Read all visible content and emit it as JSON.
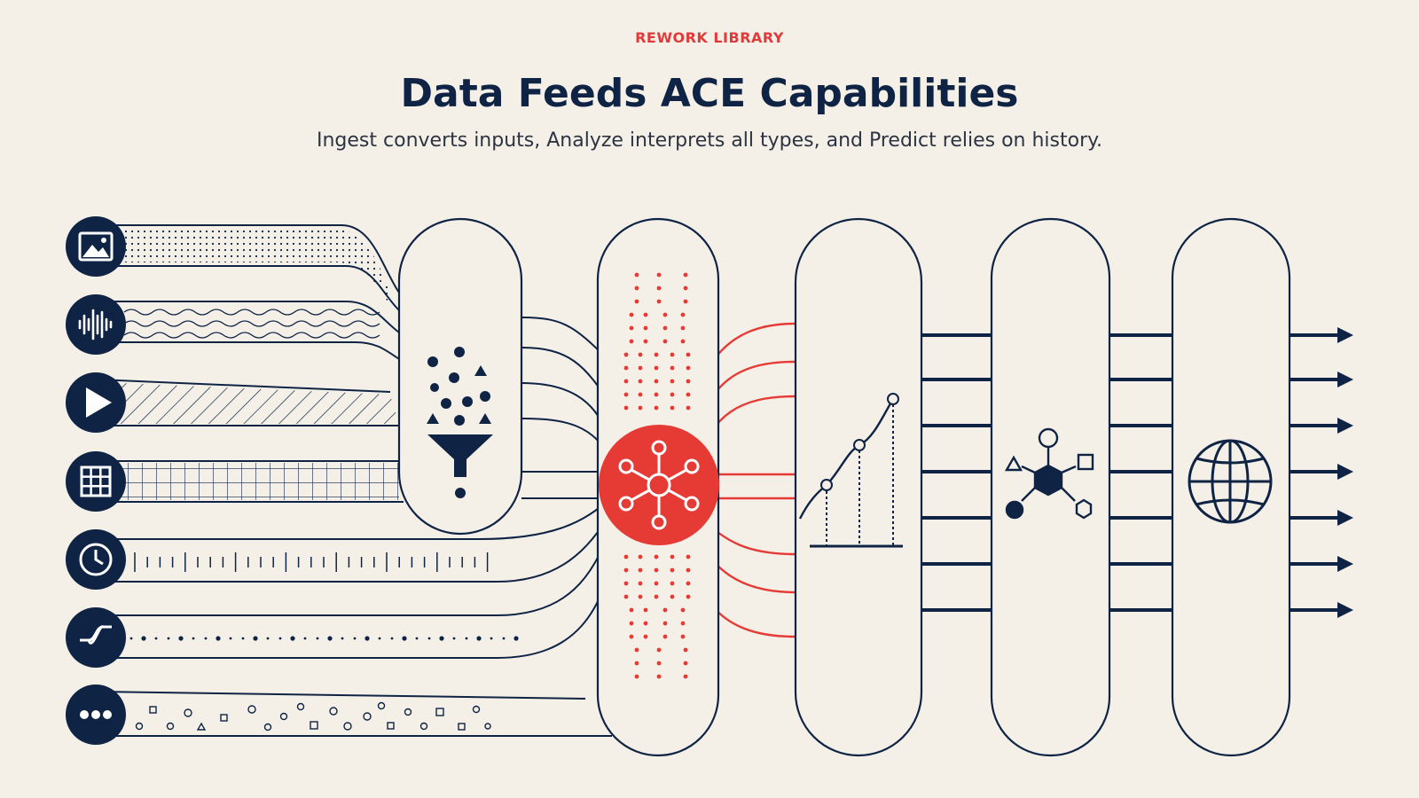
{
  "header": {
    "eyebrow": "REWORK LIBRARY",
    "title": "Data Feeds ACE Capabilities",
    "subtitle": "Ingest converts inputs, Analyze interprets all types, and Predict relies on history."
  },
  "colors": {
    "background": "#f4f0e8",
    "navy": "#0f2444",
    "accent_red": "#e63b35"
  },
  "inputs": [
    {
      "name": "image",
      "icon": "image-icon"
    },
    {
      "name": "audio",
      "icon": "waveform-icon"
    },
    {
      "name": "video",
      "icon": "play-icon"
    },
    {
      "name": "table",
      "icon": "grid-icon"
    },
    {
      "name": "time-series",
      "icon": "clock-icon"
    },
    {
      "name": "signal",
      "icon": "curve-icon"
    },
    {
      "name": "other",
      "icon": "ellipsis-icon"
    }
  ],
  "stages": [
    {
      "name": "ingest",
      "icon": "funnel-icon"
    },
    {
      "name": "analyze",
      "icon": "network-hub-icon"
    },
    {
      "name": "predict",
      "icon": "line-chart-icon"
    },
    {
      "name": "model",
      "icon": "molecule-icon"
    },
    {
      "name": "deploy",
      "icon": "globe-icon"
    }
  ]
}
